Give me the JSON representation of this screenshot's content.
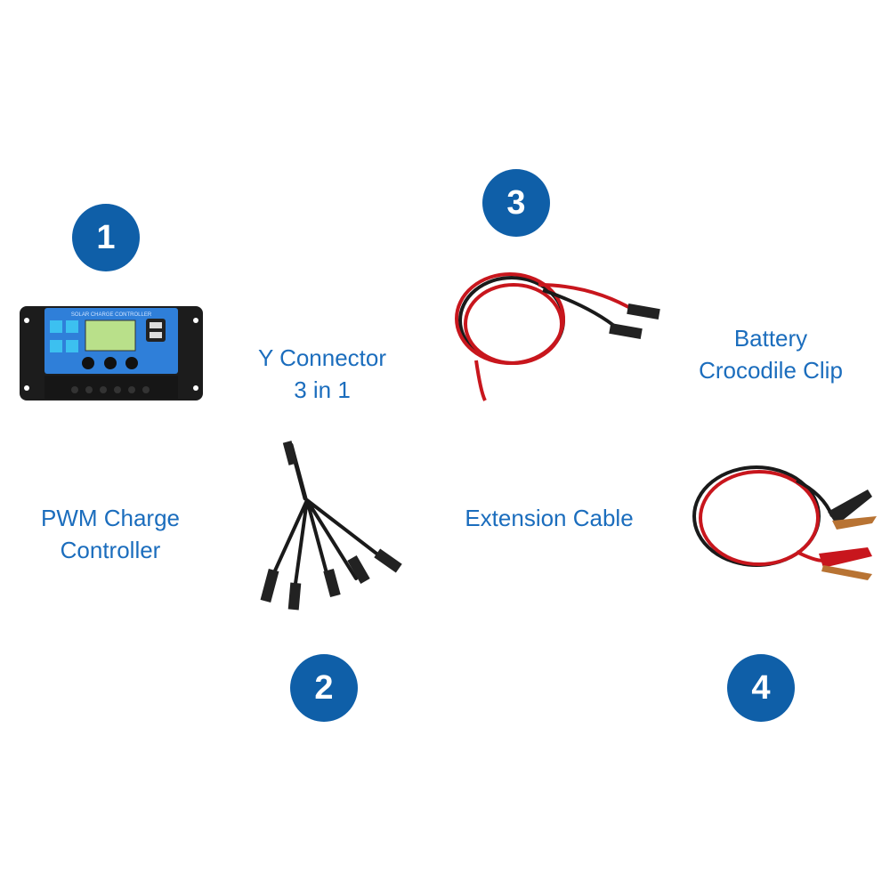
{
  "items": [
    {
      "number": "1",
      "label_lines": [
        "PWM Charge",
        "Controller"
      ],
      "device_text": "SOLAR CHARGE CONTROLLER"
    },
    {
      "number": "2",
      "label_lines": [
        "Y Connector",
        "3 in 1"
      ]
    },
    {
      "number": "3",
      "label_lines": [
        "Extension Cable"
      ]
    },
    {
      "number": "4",
      "label_lines": [
        "Battery",
        "Crocodile Clip"
      ]
    }
  ],
  "colors": {
    "badge": "#0f5fa8",
    "label": "#1b6dbd",
    "cable_red": "#c8161d",
    "cable_black": "#1a1a1a"
  }
}
